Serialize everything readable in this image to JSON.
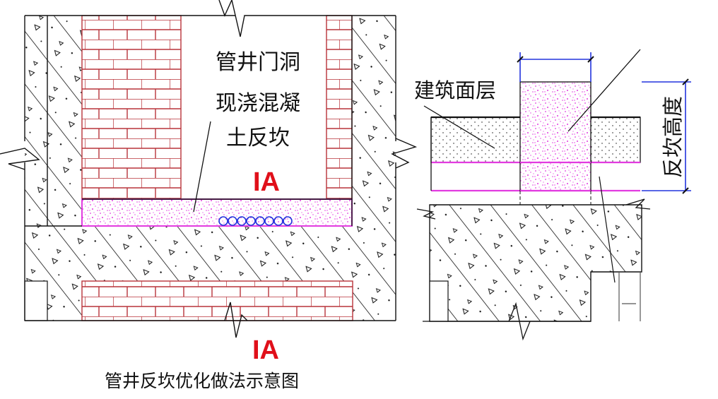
{
  "left_plan": {
    "label_door": "管井门洞",
    "label_concrete_1": "现浇混凝",
    "label_concrete_2": "土反坎",
    "section_mark_upper": "IA",
    "section_mark_lower": "IA",
    "caption": "管井反坎优化做法示意图"
  },
  "right_section": {
    "label_finish": "建筑面层",
    "label_height": "反坎高度"
  },
  "colors": {
    "brick": "#b8333a",
    "concrete_fill": "#e23be0",
    "section_mark": "#e0101a",
    "pipe": "#2233dd",
    "line": "#111111"
  }
}
